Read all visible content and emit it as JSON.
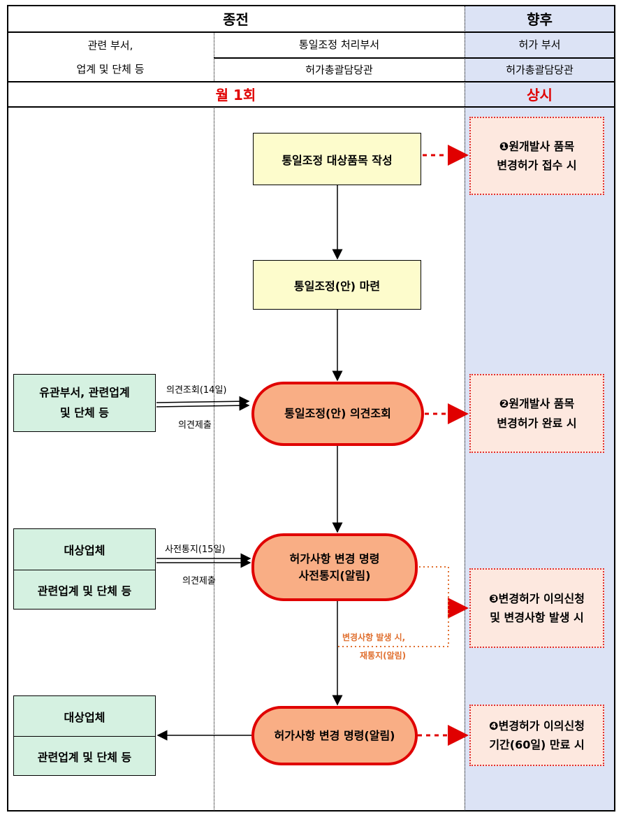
{
  "header": {
    "before": "종전",
    "after": "향후",
    "col1": [
      "관련 부서,",
      "업계 및 단체 등"
    ],
    "col2_row1": "통일조정 처리부서",
    "col2_row2": "허가총괄담당관",
    "col3_row1": "허가 부서",
    "col3_row2": "허가총괄담당관",
    "freq_before": "월 1회",
    "freq_after": "상시"
  },
  "flow": {
    "step1": "통일조정 대상품목 작성",
    "step2": "통일조정(안) 마련",
    "step3": "통일조정(안) 의견조회",
    "step4": [
      "허가사항 변경 명령",
      "사전통지(알림)"
    ],
    "step5": "허가사항 변경 명령(알림)"
  },
  "left": {
    "box1": [
      "유관부서, 관련업계",
      "및 단체 등"
    ],
    "box2_top": "대상업체",
    "box2_bottom": "관련업계 및 단체 등",
    "box3_top": "대상업체",
    "box3_bottom": "관련업계 및 단체 등"
  },
  "arrows": {
    "a1": "의견조회(14일)",
    "a2": "의견제출",
    "a3": "사전통지(15일)",
    "a4": "의견제출",
    "renotice": [
      "변경사항 발생 시,",
      "재통지(알림)"
    ]
  },
  "right": {
    "r1": [
      "❶원개발사 품목",
      "변경허가 접수 시"
    ],
    "r2": [
      "❷원개발사 품목",
      "변경허가 완료 시"
    ],
    "r3": [
      "❸변경허가 이의신청",
      "및 변경사항 발생 시"
    ],
    "r4": [
      "❹변경허가 이의신청",
      "기간(60일) 만료 시"
    ]
  },
  "colors": {
    "after_bg": "#dce3f5",
    "red": "#e00000"
  }
}
